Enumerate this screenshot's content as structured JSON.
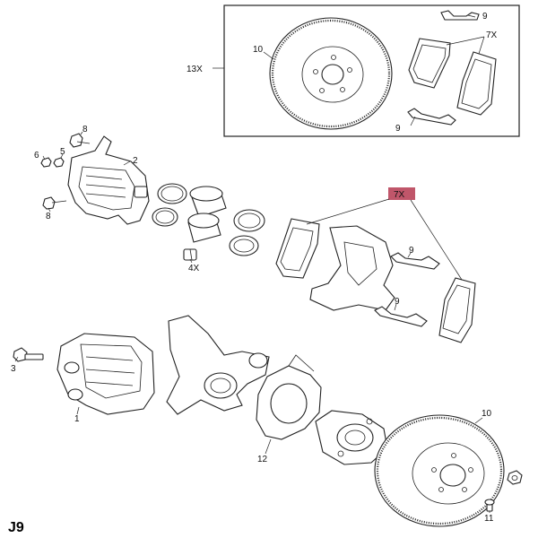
{
  "page_code": "J9",
  "highlight_color": "#c0566a",
  "callouts": {
    "inset_rotor": "10",
    "inset_pad": "7X",
    "inset_clip_top": "9",
    "inset_clip_bottom": "9",
    "inset_set_qty": "13X",
    "caliper_bracket": "2",
    "bolt_upper": "8",
    "bolt_lower": "8",
    "bleed_screw": "5",
    "bleed_cap": "6",
    "piston_seal_set": "4X",
    "pad_kit_highlight": "7X",
    "pad_clip_upper": "9",
    "pad_clip_lower": "9",
    "mount_bolt": "3",
    "caliper": "1",
    "splash_shield": "12",
    "rotor": "10",
    "wheel_stud": "11"
  }
}
